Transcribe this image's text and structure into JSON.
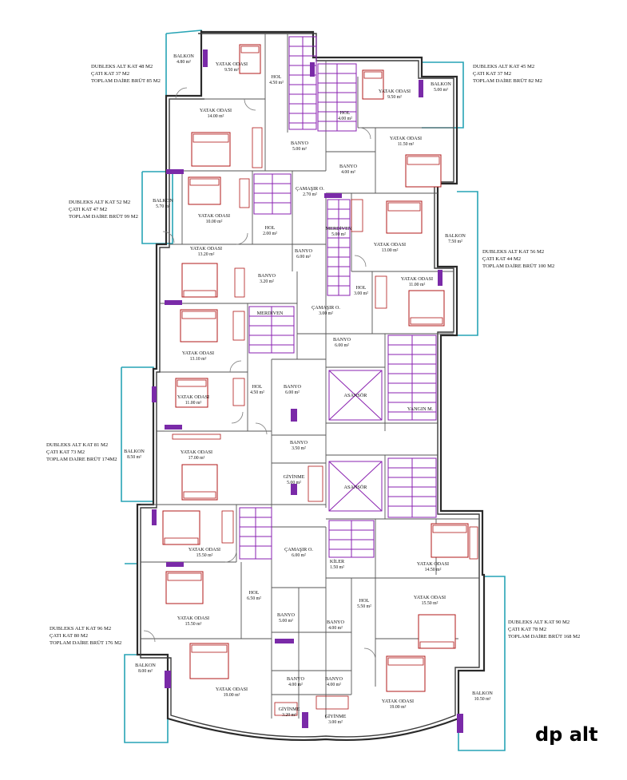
{
  "notes": {
    "n1": [
      "DUBLEKS ALT KAT 48 M2",
      "ÇATI KAT 37 M2",
      "TOPLAM DAİRE BRÜT 85 M2"
    ],
    "n2": [
      "DUBLEKS ALT KAT 45 M2",
      "ÇATI KAT 37 M2",
      "TOPLAM DAİRE BRÜT 82 M2"
    ],
    "n3": [
      "DUBLEKS ALT KAT 52 M2",
      "ÇATI KAT 47 M2",
      "TOPLAM DAİRE BRÜT 99 M2"
    ],
    "n4": [
      "DUBLEKS ALT KAT 56 M2",
      "ÇATI KAT 44 M2",
      "TOPLAM DAİRE BRÜT 100 M2"
    ],
    "n5": [
      "DUBLEKS ALT KAT 81 M2",
      "ÇATI KAT 73 M2",
      "TOPLAM DAİRE BRÜT 174M2"
    ],
    "n6": [
      "DUBLEKS ALT KAT 96 M2",
      "ÇATI KAT 80 M2",
      "TOPLAM DAİRE BRÜT 176 M2"
    ],
    "n7": [
      "DUBLEKS ALT KAT 90 M2",
      "ÇATI KAT 78 M2",
      "TOPLAM DAİRE BRÜT 168 M2"
    ]
  },
  "rooms": [
    {
      "id": "r01",
      "name": "BALKON",
      "area": "4.80 m²"
    },
    {
      "id": "r02",
      "name": "YATAK ODASI",
      "area": "9.50 m²"
    },
    {
      "id": "r03",
      "name": "HOL",
      "area": "4.50 m²"
    },
    {
      "id": "r04",
      "name": "YATAK ODASI",
      "area": "9.50 m²"
    },
    {
      "id": "r05",
      "name": "BALKON",
      "area": "5.00 m²"
    },
    {
      "id": "r06",
      "name": "HOL",
      "area": "4.00 m²"
    },
    {
      "id": "r07",
      "name": "YATAK ODASI",
      "area": "14.00 m²"
    },
    {
      "id": "r08",
      "name": "BANYO",
      "area": "5.00 m²"
    },
    {
      "id": "r09",
      "name": "YATAK ODASI",
      "area": "11.50 m²"
    },
    {
      "id": "r10",
      "name": "BANYO",
      "area": "4.00 m²"
    },
    {
      "id": "r11",
      "name": "BALKON",
      "area": "5.70 m²"
    },
    {
      "id": "r12",
      "name": "YATAK ODASI",
      "area": "10.00 m²"
    },
    {
      "id": "r13",
      "name": "ÇAMAŞIR O.",
      "area": "2.70 m²"
    },
    {
      "id": "r14",
      "name": "HOL",
      "area": "2.00 m²"
    },
    {
      "id": "r15",
      "name": "MERDİVEN",
      "area": "5.00 m²"
    },
    {
      "id": "r16",
      "name": "YATAK ODASI",
      "area": "13.00 m²"
    },
    {
      "id": "r17",
      "name": "BALKON",
      "area": "7.50 m²"
    },
    {
      "id": "r18",
      "name": "YATAK ODASI",
      "area": "13.20 m²"
    },
    {
      "id": "r19",
      "name": "BANYO",
      "area": "6.00 m²"
    },
    {
      "id": "r20",
      "name": "BANYO",
      "area": "3.20 m²"
    },
    {
      "id": "r21",
      "name": "HOL",
      "area": "3.00 m²"
    },
    {
      "id": "r22",
      "name": "YATAK ODASI",
      "area": "11.00 m²"
    },
    {
      "id": "r23",
      "name": "MERDİVEN",
      "area": ""
    },
    {
      "id": "r24",
      "name": "ÇAMAŞIR O.",
      "area": "3.00 m²"
    },
    {
      "id": "r25",
      "name": "YATAK ODASI",
      "area": "13.10 m²"
    },
    {
      "id": "r26",
      "name": "BANYO",
      "area": "6.00 m²"
    },
    {
      "id": "r27",
      "name": "HOL",
      "area": "4.50 m²"
    },
    {
      "id": "r28",
      "name": "BANYO",
      "area": "6.00 m²"
    },
    {
      "id": "r29",
      "name": "ASANSÖR",
      "area": ""
    },
    {
      "id": "r30",
      "name": "YATAK ODASI",
      "area": "11.00 m²"
    },
    {
      "id": "r31",
      "name": "YANGIN M.",
      "area": ""
    },
    {
      "id": "r32",
      "name": "BANYO",
      "area": "3.50 m²"
    },
    {
      "id": "r33",
      "name": "BALKON",
      "area": "8.50 m²"
    },
    {
      "id": "r34",
      "name": "YATAK ODASI",
      "area": "17.00 m²"
    },
    {
      "id": "r35",
      "name": "GİYİNME",
      "area": "5.00 m²"
    },
    {
      "id": "r36",
      "name": "ASANSÖR",
      "area": ""
    },
    {
      "id": "r37",
      "name": "ÇAMAŞIR O.",
      "area": "6.00 m²"
    },
    {
      "id": "r38",
      "name": "YATAK ODASI",
      "area": "15.50 m²"
    },
    {
      "id": "r39",
      "name": "KİLER",
      "area": "1.50 m²"
    },
    {
      "id": "r40",
      "name": "YATAK ODASI",
      "area": "14.50 m²"
    },
    {
      "id": "r41",
      "name": "HOL",
      "area": "6.50 m²"
    },
    {
      "id": "r42",
      "name": "HOL",
      "area": "5.50 m²"
    },
    {
      "id": "r43",
      "name": "YATAK ODASI",
      "area": "15.50 m²"
    },
    {
      "id": "r44",
      "name": "YATAK ODASI",
      "area": "15.50 m²"
    },
    {
      "id": "r45",
      "name": "BANYO",
      "area": "5.00 m²"
    },
    {
      "id": "r46",
      "name": "BANYO",
      "area": "4.00 m²"
    },
    {
      "id": "r47",
      "name": "BALKON",
      "area": "8.00 m²"
    },
    {
      "id": "r48",
      "name": "YATAK ODASI",
      "area": "19.00 m²"
    },
    {
      "id": "r49",
      "name": "BANYO",
      "area": "4.00 m²"
    },
    {
      "id": "r50",
      "name": "BANYO",
      "area": "4.00 m²"
    },
    {
      "id": "r51",
      "name": "YATAK ODASI",
      "area": "19.00 m²"
    },
    {
      "id": "r52",
      "name": "BALKON",
      "area": "10.50 m²"
    },
    {
      "id": "r53",
      "name": "GİYİNME",
      "area": "3.20 m²"
    },
    {
      "id": "r54",
      "name": "GİYİNME",
      "area": "3.00 m²"
    }
  ],
  "watermark": "dp alt",
  "colors": {
    "wall": "#3a3a3a",
    "balcony": "#27a4b5",
    "stairs": "#8a22b0",
    "furniture": "#b01818",
    "window": "#7a2aa8"
  }
}
